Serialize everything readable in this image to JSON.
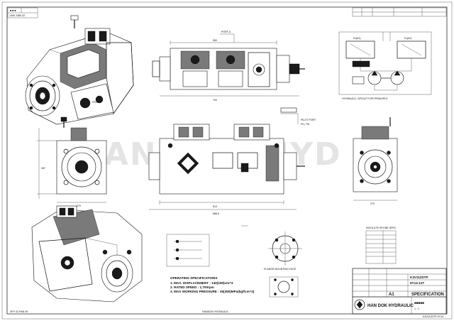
{
  "drawing": {
    "corner_code": "1300-1360 02",
    "watermark": "HAN DOK HYD",
    "operating_specs": {
      "title": "OPERATING SPECIFICATIONS",
      "line1": "1. MAX. DISPLACEMENT : 140(180)cm^3",
      "line2": "2. RATED SPEED : 1,700rpm",
      "line3": "3. MAX WORKING PRESSURE : 35(350)MPa(kgf/cm^2)"
    },
    "circuit_title": "HYDRAULIC CIRCUIT FOR PRINCIPLE",
    "splines_title": "INVOLUTE SPLINE SPEC",
    "flange_label": "FLANGE MOUNTING FACE",
    "company_name": "HAN DOK HYDRAULIC",
    "sheet_title": "SPECIFICATION",
    "sheet_size": "A1",
    "footer_left": "SPY 02 PAN 09",
    "footer_center": "HANDOK HYDRAULIC",
    "footer_right": "K3V112DTP-9Y14"
  }
}
